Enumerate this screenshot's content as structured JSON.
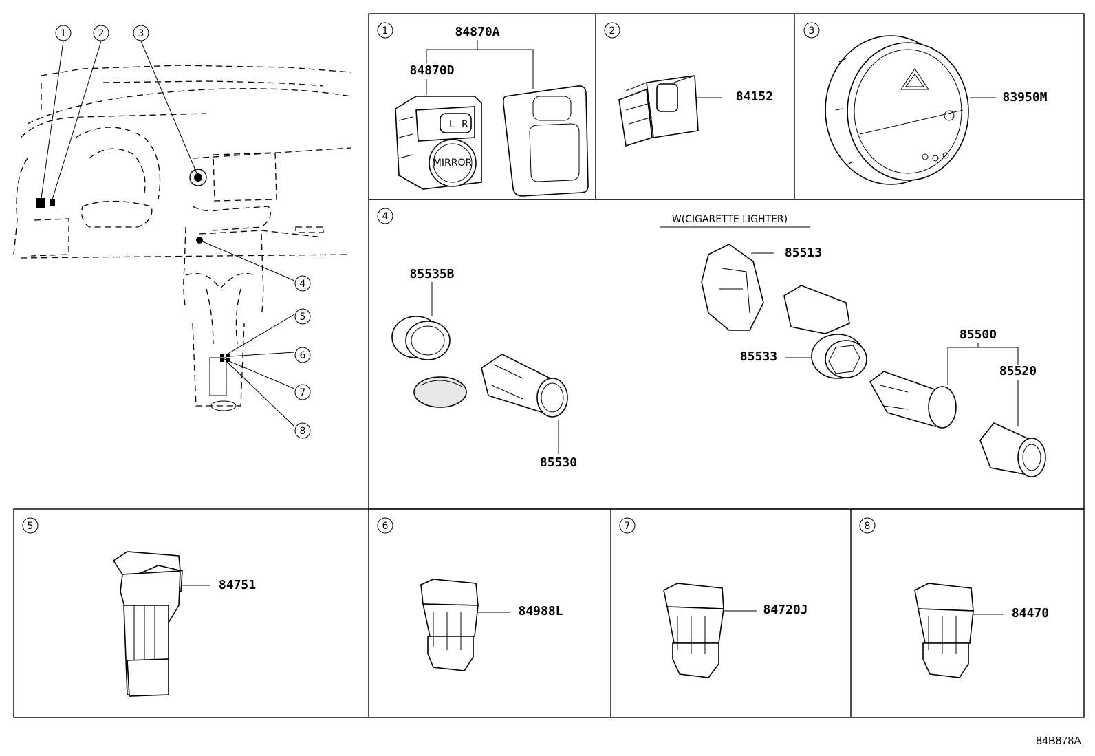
{
  "diagram_code": "84B878A",
  "overview": {
    "callouts": [
      "1",
      "2",
      "3",
      "4",
      "5",
      "6",
      "7",
      "8"
    ]
  },
  "panels": {
    "p1": {
      "number": "1",
      "parts": [
        "84870A",
        "84870D"
      ],
      "switch_text": "MIRROR"
    },
    "p2": {
      "number": "2",
      "parts": [
        "84152"
      ]
    },
    "p3": {
      "number": "3",
      "parts": [
        "83950M"
      ]
    },
    "p4": {
      "number": "4",
      "subtitle": "W(CIGARETTE LIGHTER)",
      "parts": [
        "85535B",
        "85530",
        "85513",
        "85533",
        "85500",
        "85520"
      ]
    },
    "p5": {
      "number": "5",
      "parts": [
        "84751"
      ]
    },
    "p6": {
      "number": "6",
      "parts": [
        "84988L"
      ]
    },
    "p7": {
      "number": "7",
      "parts": [
        "84720J"
      ]
    },
    "p8": {
      "number": "8",
      "parts": [
        "84470"
      ]
    }
  }
}
